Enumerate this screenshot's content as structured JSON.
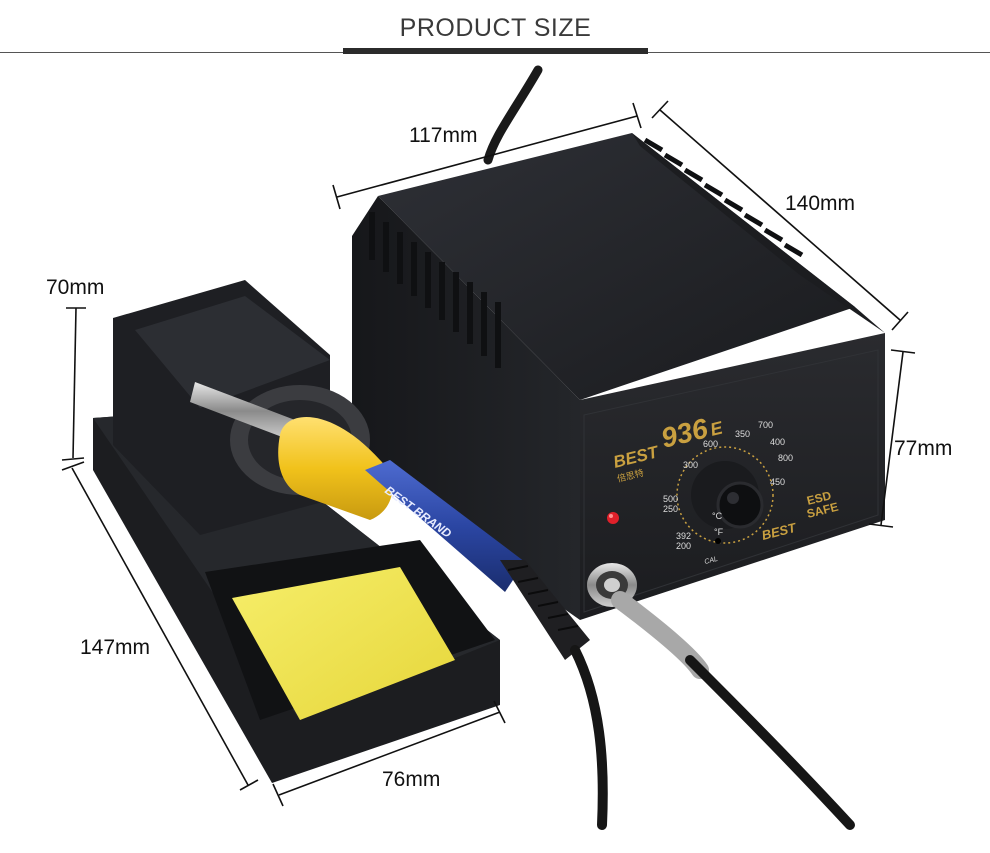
{
  "header": {
    "title": "PRODUCT SIZE"
  },
  "dimensions": {
    "station_width": "117mm",
    "station_depth": "140mm",
    "station_height": "77mm",
    "holder_height": "70mm",
    "holder_length": "147mm",
    "holder_width": "76mm"
  },
  "station": {
    "brand": "BEST",
    "brand_cn": "倍思特",
    "model_number": "936",
    "model_suffix": "E",
    "dial_outer_labels": [
      "300",
      "600",
      "350",
      "700",
      "400",
      "800",
      "450"
    ],
    "dial_left_labels": [
      "500",
      "250",
      "392",
      "200"
    ],
    "unit_c": "°C",
    "unit_f": "°F",
    "cal_label": "CAL",
    "bottom_brand": "BEST",
    "esd_line1": "ESD",
    "esd_line2": "SAFE"
  },
  "iron": {
    "handle_text": "BEST BRAND"
  },
  "colors": {
    "body": "#1e1f22",
    "sponge": "#f2e64b",
    "grip": "#f1c21b",
    "handle": "#2b46a3",
    "accent_gold": "#c9a040",
    "led": "#e0202a"
  }
}
